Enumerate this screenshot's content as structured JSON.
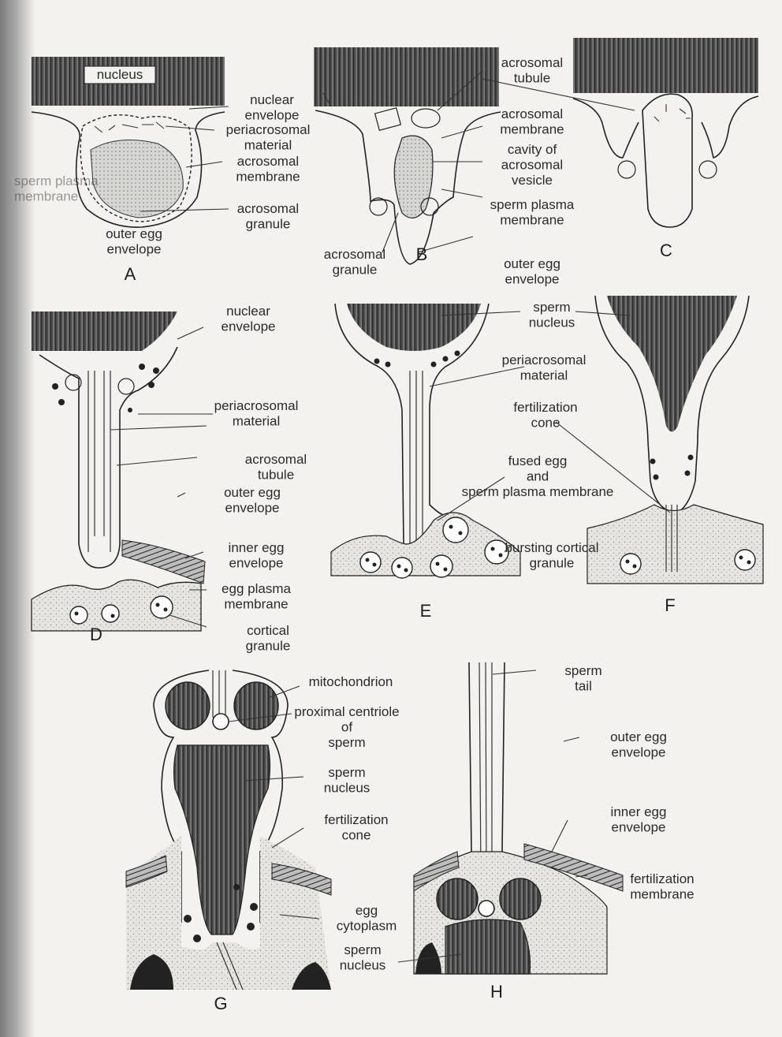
{
  "labels": {
    "a_nucleus": "nucleus",
    "a_nuclear_envelope": "nuclear envelope",
    "a_periacrosomal": "periacrosomal material",
    "a_acrosomal_membrane": "acrosomal membrane",
    "a_acrosomal_granule": "acrosomal granule",
    "a_outer_egg_envelope": "outer egg envelope",
    "a_sperm_plasma_membrane": "sperm plasma membrane",
    "b_acrosomal_tubule": "acrosomal tubule",
    "b_acrosomal_membrane": "acrosomal membrane",
    "b_cavity": "cavity of acrosomal vesicle",
    "b_sperm_plasma_membrane": "sperm plasma membrane",
    "b_outer_egg_envelope": "outer egg envelope",
    "b_acrosomal_granule": "acrosomal granule",
    "d_nuclear_envelope": "nuclear envelope",
    "d_periacrosomal": "periacrosomal material",
    "d_acrosomal_tubule": "acrosomal tubule",
    "d_outer_egg_envelope": "outer egg envelope",
    "d_inner_egg_envelope": "inner egg envelope",
    "d_egg_plasma_membrane": "egg plasma membrane",
    "d_cortical_granule": "cortical granule",
    "e_sperm_nucleus": "sperm nucleus",
    "e_periacrosomal": "periacrosomal material",
    "e_fertilization_cone": "fertilization cone",
    "e_fused_membrane": "fused egg and sperm plasma membrane",
    "e_bursting_granule": "bursting cortical granule",
    "g_mitochondrion": "mitochondrion",
    "g_proximal_centriole": "proximal centriole of sperm",
    "g_sperm_nucleus": "sperm nucleus",
    "g_fertilization_cone": "fertilization cone",
    "g_egg_cytoplasm": "egg cytoplasm",
    "h_sperm_tail": "sperm tail",
    "h_outer_egg_envelope": "outer egg envelope",
    "h_inner_egg_envelope": "inner egg envelope",
    "h_fertilization_membrane": "fertilization membrane",
    "h_sperm_nucleus": "sperm nucleus"
  },
  "panels": {
    "A": "A",
    "B": "B",
    "C": "C",
    "D": "D",
    "E": "E",
    "F": "F",
    "G": "G",
    "H": "H"
  },
  "colors": {
    "paper": "#f3f2ee",
    "ink": "#222222",
    "chromatin": "#555555",
    "stipple": "#dcdcdc"
  }
}
